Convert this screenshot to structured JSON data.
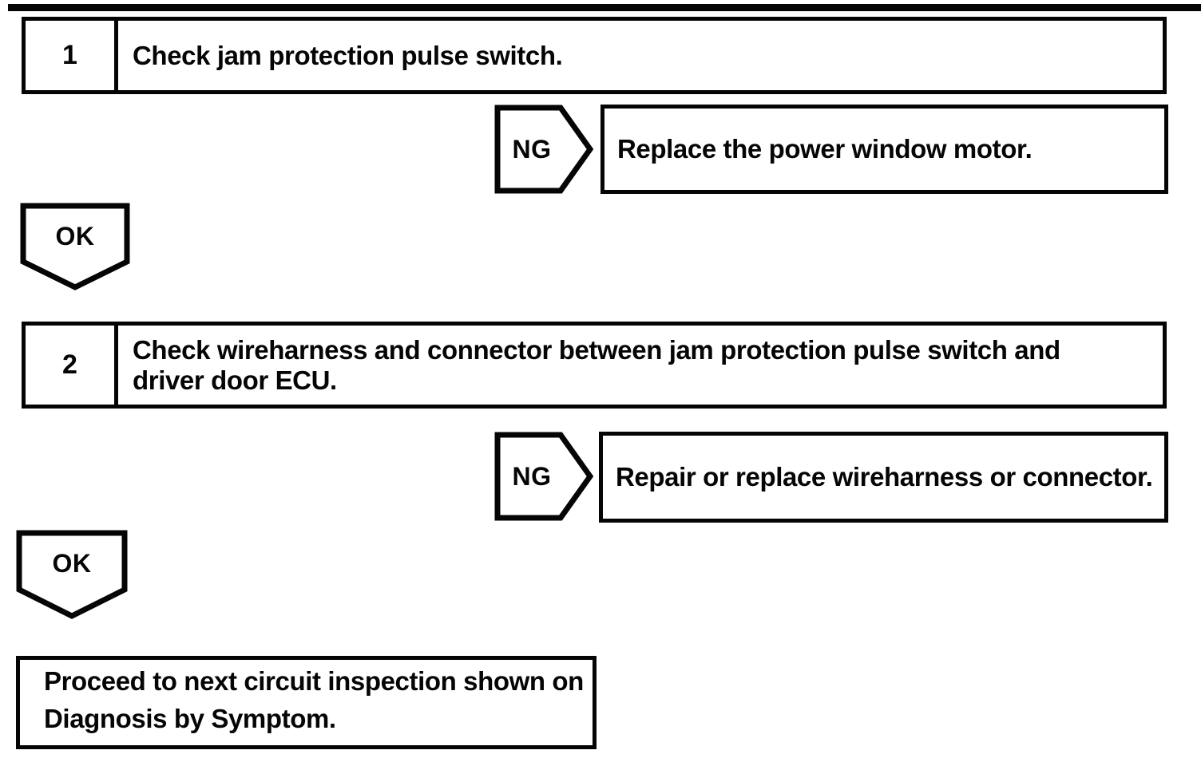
{
  "palette": {
    "ink": "#050505",
    "paper": "#ffffff"
  },
  "flowchart": {
    "steps": [
      {
        "number": "1",
        "instruction": "Check jam protection pulse switch.",
        "ng": {
          "label": "NG",
          "action": "Replace the power window motor."
        },
        "ok": {
          "label": "OK"
        }
      },
      {
        "number": "2",
        "instruction": "Check wireharness and connector between jam protection pulse switch and\ndriver door ECU.",
        "ng": {
          "label": "NG",
          "action": "Repair or replace wireharness or connector."
        },
        "ok": {
          "label": "OK"
        }
      }
    ],
    "terminal": {
      "text": "Proceed to next circuit inspection shown on\nDiagnosis by Symptom."
    }
  }
}
